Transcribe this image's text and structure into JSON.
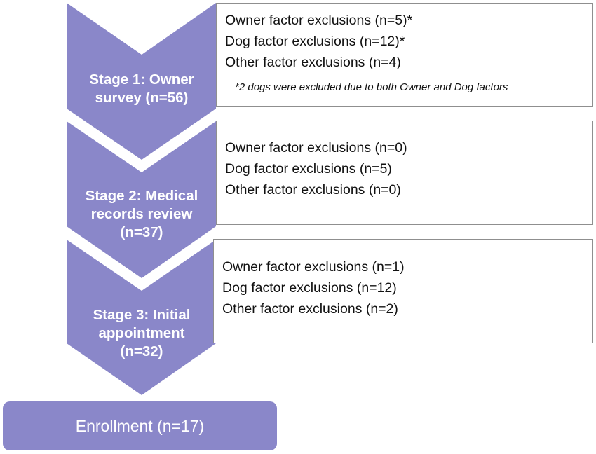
{
  "colors": {
    "chevron_fill": "#8a87c9",
    "box_border": "#8f8f8f",
    "text": "#111111"
  },
  "stages": [
    {
      "label_lines": [
        "Stage 1: Owner",
        "survey (n=56)"
      ],
      "exclusions": [
        "Owner factor exclusions (n=5)*",
        "Dog factor exclusions (n=12)*",
        "Other factor exclusions (n=4)"
      ],
      "note": "*2 dogs were excluded due to both Owner and Dog factors"
    },
    {
      "label_lines": [
        "Stage 2: Medical",
        "records review",
        "(n=37)"
      ],
      "exclusions": [
        "Owner factor exclusions (n=0)",
        "Dog factor exclusions (n=5)",
        "Other factor exclusions (n=0)"
      ]
    },
    {
      "label_lines": [
        "Stage 3: Initial",
        "appointment",
        "(n=32)"
      ],
      "exclusions": [
        "Owner factor exclusions (n=1)",
        "Dog factor exclusions (n=12)",
        "Other factor exclusions (n=2)"
      ]
    }
  ],
  "enrollment": {
    "label": "Enrollment (n=17)"
  }
}
